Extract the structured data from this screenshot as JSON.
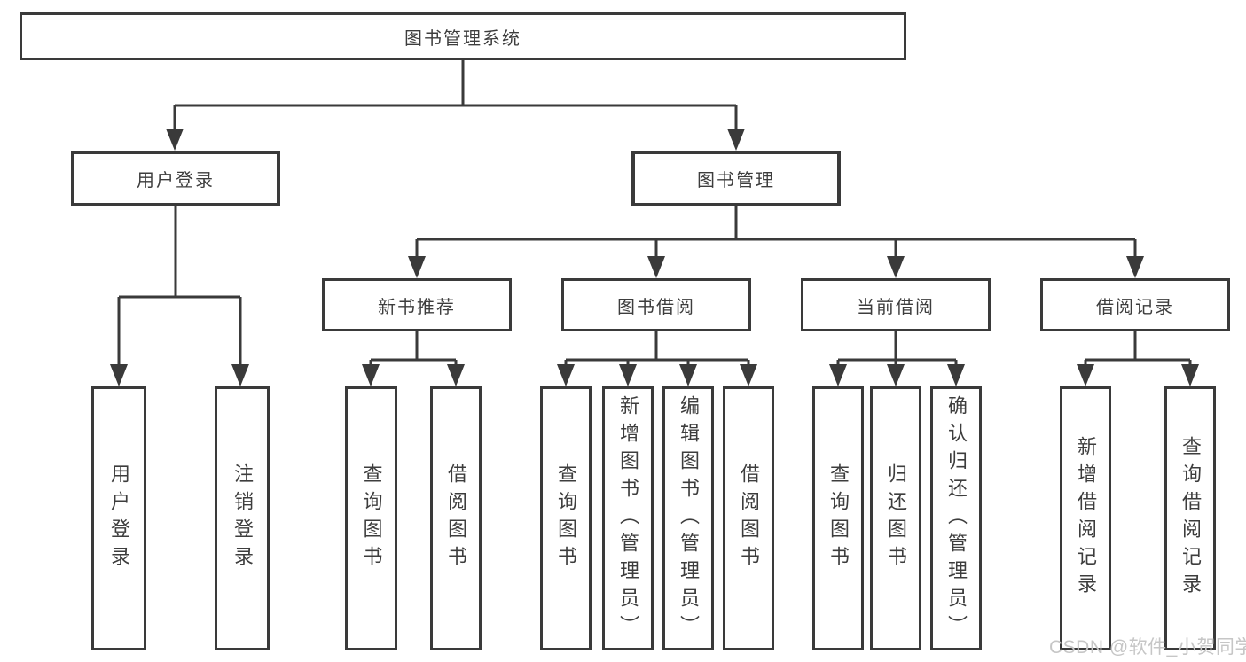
{
  "diagram": {
    "root": {
      "label": "图书管理系统"
    },
    "branches": [
      {
        "label": "用户登录",
        "children": [
          {
            "label": "用户登录"
          },
          {
            "label": "注销登录"
          }
        ]
      },
      {
        "label": "图书管理",
        "children": [
          {
            "label": "新书推荐",
            "children": [
              {
                "label": "查询图书"
              },
              {
                "label": "借阅图书"
              }
            ]
          },
          {
            "label": "图书借阅",
            "children": [
              {
                "label": "查询图书"
              },
              {
                "label": "新增图书（管理员）"
              },
              {
                "label": "编辑图书（管理员）"
              },
              {
                "label": "借阅图书"
              }
            ]
          },
          {
            "label": "当前借阅",
            "children": [
              {
                "label": "查询图书"
              },
              {
                "label": "归还图书"
              },
              {
                "label": "确认归还（管理员）"
              }
            ]
          },
          {
            "label": "借阅记录",
            "children": [
              {
                "label": "新增借阅记录"
              },
              {
                "label": "查询借阅记录"
              }
            ]
          }
        ]
      }
    ]
  },
  "watermark": {
    "text": "CSDN @软件_小贺同学"
  },
  "colors": {
    "line": "#3a3a3a",
    "text": "#3d3d3d",
    "background": "#ffffff",
    "watermark": "#c6c6c6"
  }
}
